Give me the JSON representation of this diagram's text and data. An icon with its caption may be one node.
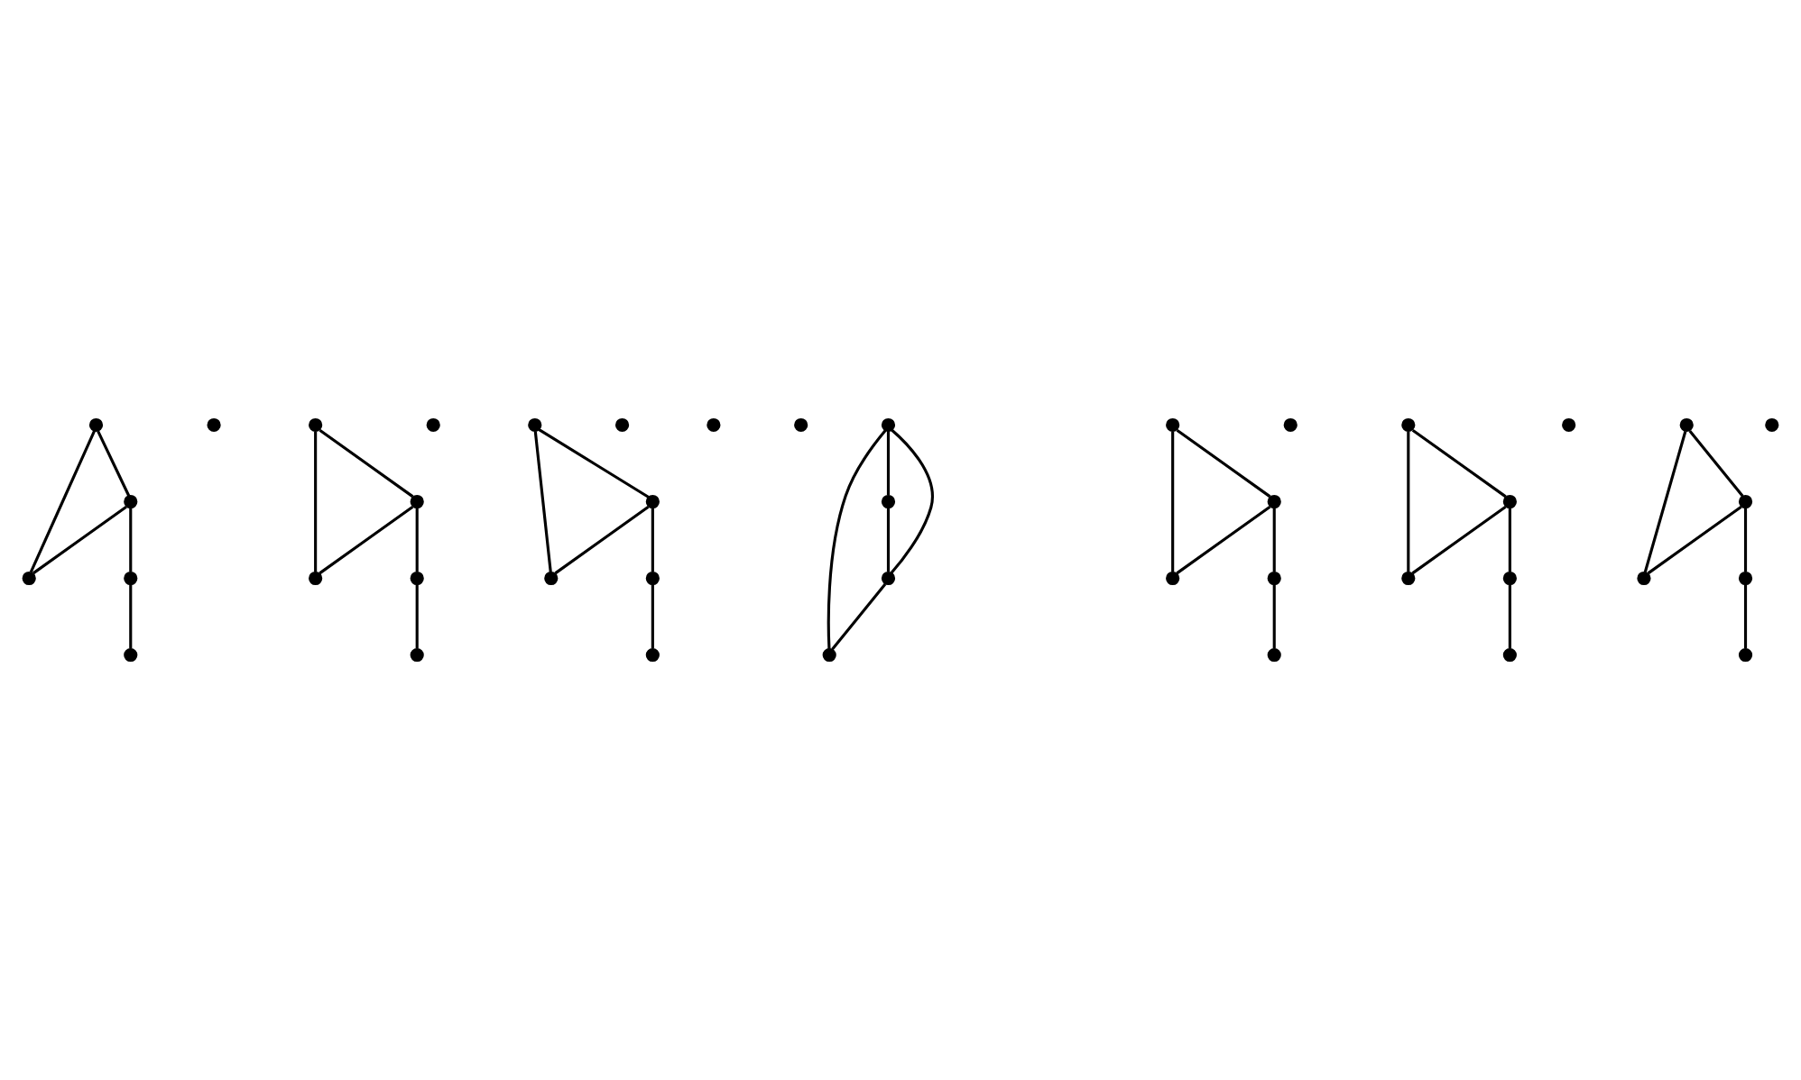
{
  "diagram": {
    "nodes": [
      {
        "text": [],
        "shape": "circle"
      },
      {
        "text": [],
        "shape": "circle"
      },
      {
        "text": [],
        "shape": "circle"
      },
      {
        "text": [],
        "shape": "circle"
      },
      {
        "text": [],
        "shape": "circle"
      },
      {
        "text": [],
        "shape": "circle"
      },
      {
        "text": [],
        "shape": "circle"
      },
      {
        "text": [],
        "shape": "circle"
      },
      {
        "text": [],
        "shape": "circle"
      },
      {
        "text": [],
        "shape": "circle"
      },
      {
        "text": [],
        "shape": "circle"
      },
      {
        "text": [],
        "shape": "circle"
      },
      {
        "text": [],
        "shape": "circle"
      },
      {
        "text": [],
        "shape": "circle"
      },
      {
        "text": [],
        "shape": "circle"
      },
      {
        "text": [],
        "shape": "circle"
      },
      {
        "text": [],
        "shape": "circle"
      },
      {
        "text": [],
        "shape": "circle"
      },
      {
        "text": [],
        "shape": "circle"
      },
      {
        "text": [],
        "shape": "circle"
      },
      {
        "text": [],
        "shape": "circle"
      },
      {
        "text": [],
        "shape": "circle"
      },
      {
        "text": [],
        "shape": "circle"
      },
      {
        "text": [],
        "shape": "circle"
      },
      {
        "text": [],
        "shape": "circle"
      },
      {
        "text": [],
        "shape": "circle"
      },
      {
        "text": [],
        "shape": "circle"
      },
      {
        "text": [],
        "shape": "circle"
      },
      {
        "text": [],
        "shape": "circle"
      },
      {
        "text": [],
        "shape": "circle"
      },
      {
        "text": [],
        "shape": "circle"
      },
      {
        "text": [],
        "shape": "circle"
      },
      {
        "text": [],
        "shape": "circle"
      },
      {
        "text": [],
        "shape": "circle"
      },
      {
        "text": [],
        "shape": "circle"
      },
      {
        "text": [],
        "shape": "circle"
      },
      {
        "text": [],
        "shape": "circle"
      },
      {
        "text": [],
        "shape": "circle"
      },
      {
        "text": [],
        "shape": "circle"
      },
      {
        "text": [],
        "shape": "circle"
      },
      {
        "text": [],
        "shape": "circle"
      },
      {
        "text": [],
        "shape": "circle"
      }
    ],
    "edges": [
      {
        "from": 2,
        "to": 0,
        "arrow": "none"
      },
      {
        "from": 2,
        "to": 1,
        "arrow": "none"
      },
      {
        "from": 0,
        "to": 1,
        "arrow": "none"
      },
      {
        "from": 0,
        "to": 5,
        "arrow": "none"
      },
      {
        "from": 5,
        "to": 3,
        "arrow": "none"
      },
      {
        "from": 8,
        "to": 6,
        "arrow": "none"
      },
      {
        "from": 8,
        "to": 7,
        "arrow": "none"
      },
      {
        "from": 6,
        "to": 7,
        "arrow": "none"
      },
      {
        "from": 6,
        "to": 11,
        "arrow": "none"
      },
      {
        "from": 11,
        "to": 9,
        "arrow": "none"
      },
      {
        "from": 14,
        "to": 12,
        "arrow": "none"
      },
      {
        "from": 14,
        "to": 13,
        "arrow": "none"
      },
      {
        "from": 12,
        "to": 13,
        "arrow": "none"
      },
      {
        "from": 12,
        "to": 17,
        "arrow": "none"
      },
      {
        "from": 17,
        "to": 15,
        "arrow": "none"
      },
      {
        "from": 20,
        "to": 22,
        "arrow": "none"
      },
      {
        "from": 20,
        "to": 23,
        "arrow": "none"
      },
      {
        "from": 20,
        "to": 21,
        "arrow": "none"
      },
      {
        "from": 22,
        "to": 23,
        "arrow": "none"
      },
      {
        "from": 23,
        "to": 21,
        "arrow": "none"
      },
      {
        "from": 26,
        "to": 24,
        "arrow": "none"
      },
      {
        "from": 26,
        "to": 25,
        "arrow": "none"
      },
      {
        "from": 24,
        "to": 25,
        "arrow": "none"
      },
      {
        "from": 24,
        "to": 29,
        "arrow": "none"
      },
      {
        "from": 29,
        "to": 27,
        "arrow": "none"
      },
      {
        "from": 32,
        "to": 30,
        "arrow": "none"
      },
      {
        "from": 32,
        "to": 31,
        "arrow": "none"
      },
      {
        "from": 30,
        "to": 31,
        "arrow": "none"
      },
      {
        "from": 30,
        "to": 35,
        "arrow": "none"
      },
      {
        "from": 35,
        "to": 33,
        "arrow": "none"
      },
      {
        "from": 38,
        "to": 36,
        "arrow": "none"
      },
      {
        "from": 38,
        "to": 37,
        "arrow": "none"
      },
      {
        "from": 36,
        "to": 37,
        "arrow": "none"
      },
      {
        "from": 36,
        "to": 41,
        "arrow": "none"
      },
      {
        "from": 41,
        "to": 39,
        "arrow": "none"
      }
    ]
  }
}
